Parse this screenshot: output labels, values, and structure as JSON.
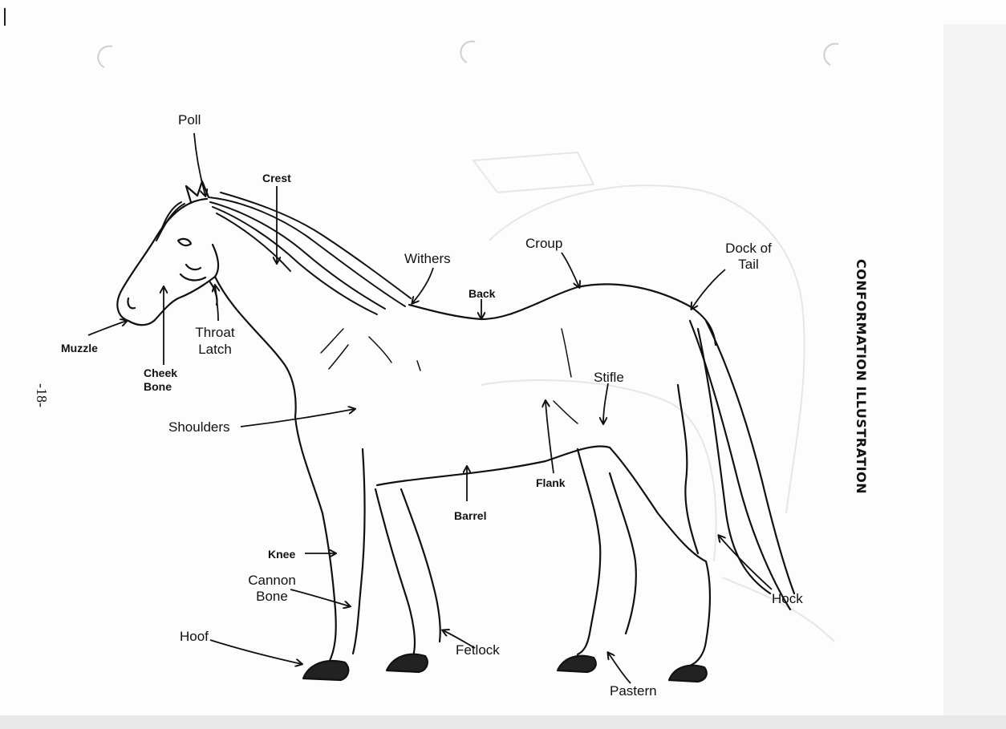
{
  "title": "CONFORMATION ILLUSTRATION",
  "page_number": "-18-",
  "labels": {
    "poll": "Poll",
    "crest": "Crest",
    "withers": "Withers",
    "back": "Back",
    "croup": "Croup",
    "dock_line1": "Dock of",
    "dock_line2": "Tail",
    "muzzle": "Muzzle",
    "cheek_line1": "Cheek",
    "cheek_line2": "Bone",
    "throat_line1": "Throat",
    "throat_line2": "Latch",
    "stifle": "Stifle",
    "shoulders": "Shoulders",
    "flank": "Flank",
    "barrel": "Barrel",
    "knee": "Knee",
    "cannon_line1": "Cannon",
    "cannon_line2": "Bone",
    "hoof": "Hoof",
    "fetlock": "Fetlock",
    "hock": "Hock",
    "pastern": "Pastern"
  }
}
